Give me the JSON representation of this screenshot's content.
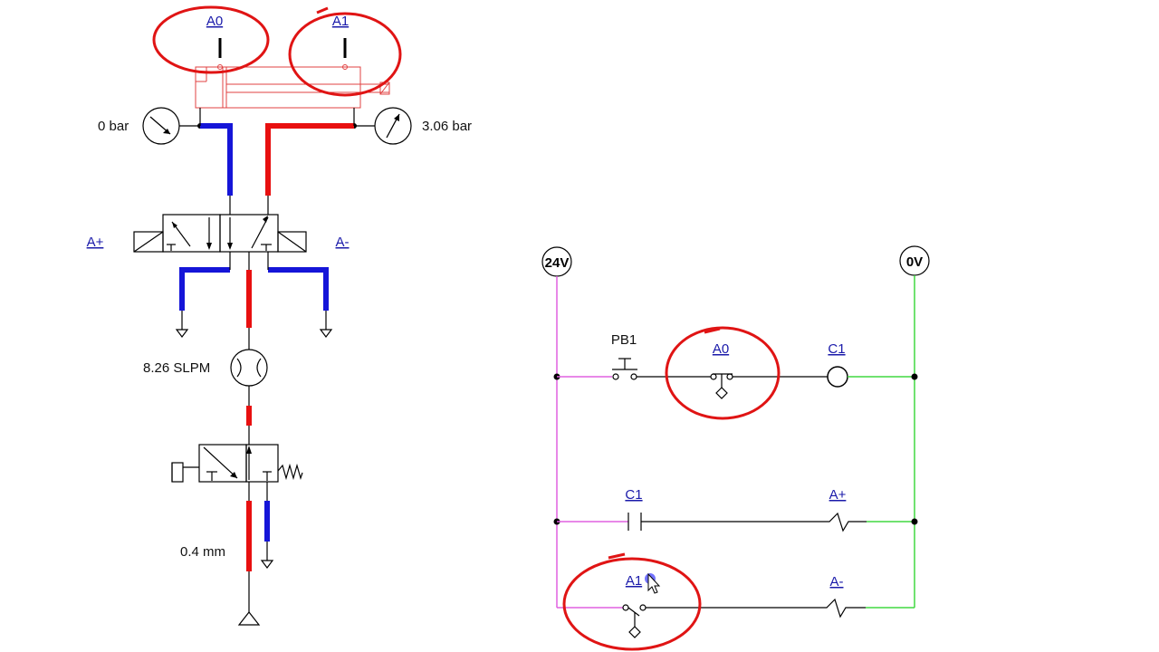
{
  "pneumatic": {
    "sensor_a0": "A0",
    "sensor_a1": "A1",
    "gauge_left": "0 bar",
    "gauge_right": "3.06 bar",
    "valve_left_solenoid": "A+",
    "valve_right_solenoid": "A-",
    "flow_meter": "8.26 SLPM",
    "orifice": "0.4 mm"
  },
  "ladder": {
    "rail_left": "24V",
    "rail_right": "0V",
    "rung1": {
      "pushbutton": "PB1",
      "contact": "A0",
      "coil": "C1"
    },
    "rung2": {
      "contact": "C1",
      "solenoid": "A+"
    },
    "rung3": {
      "contact": "A1",
      "solenoid": "A-"
    }
  },
  "colors": {
    "pressure_line": "#e81010",
    "exhaust_line": "#1515d8",
    "powered_wire": "#e060e0",
    "ground_wire": "#40d840",
    "annotation": "#e01414"
  }
}
